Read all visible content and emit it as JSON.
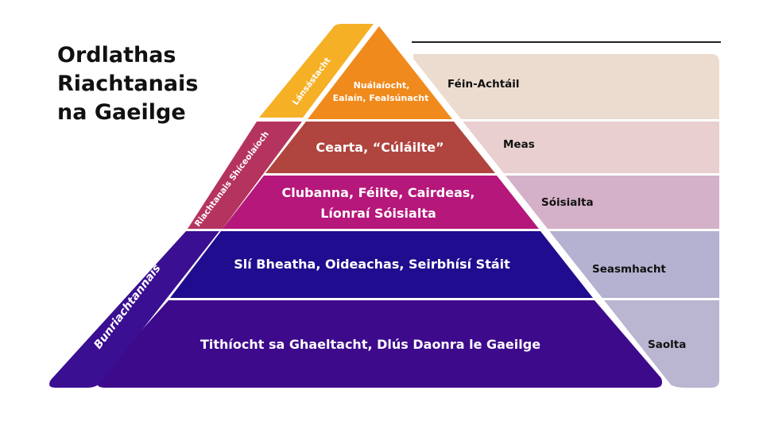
{
  "title": [
    "Ordlathas",
    "Riachtanais",
    "na Gaeilge"
  ],
  "levels": [
    {
      "text": [
        "Nuálaíocht,",
        "Ealaín, Fealsúnacht"
      ],
      "label": "Féin-Achtáil",
      "color": "#f08a1c",
      "panel": "#ecdcd0"
    },
    {
      "text": [
        "Cearta, “Cúláilte”"
      ],
      "label": "Meas",
      "color": "#b0443e",
      "panel": "#e9cfcf"
    },
    {
      "text": [
        "Clubanna, Féilte, Cairdeas,",
        "Líonraí Sóisialta"
      ],
      "label": "Sóisialta",
      "color": "#b5177a",
      "panel": "#d4b1c8"
    },
    {
      "text": [
        "Slí Bheatha, Oideachas, Seirbhísí Stáit"
      ],
      "label": "Seasmhacht",
      "color": "#1f0c8f",
      "panel": "#b4b2d0"
    },
    {
      "text": [
        "Tithíocht sa Ghaeltacht, Dlús Daonra le Gaeilge"
      ],
      "label": "Saolta",
      "color": "#3e0a8c",
      "panel": "#bab5d0"
    }
  ],
  "groups": [
    {
      "label": "Lánsástacht",
      "color": "#f5b025"
    },
    {
      "label": "Riachtanais Shíceolaíoch",
      "color": "#b5345f"
    },
    {
      "label": "Bunriachtannais",
      "color": "#3a0f92"
    }
  ]
}
